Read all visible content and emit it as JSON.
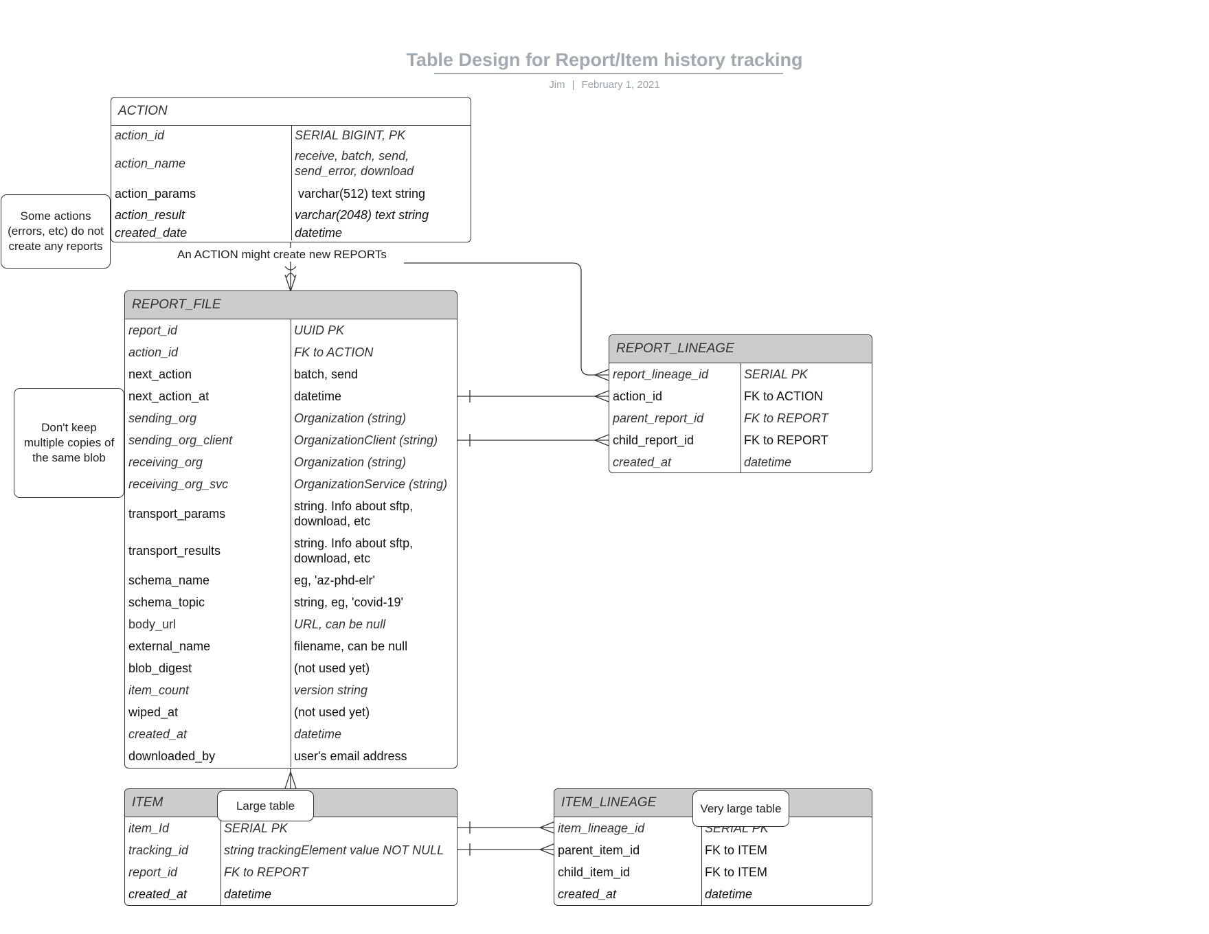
{
  "header": {
    "title": "Table Design for Report/Item history tracking",
    "author": "Jim",
    "separator": "|",
    "date": "February 1, 2021"
  },
  "entities": {
    "action": {
      "name": "ACTION",
      "rows": [
        {
          "col1": "action_id",
          "col2": "SERIAL BIGINT, PK"
        },
        {
          "col1": "action_name",
          "col2": "receive, batch, send, send_error, download"
        },
        {
          "col1": "action_params",
          "col2": " varchar(512) text string"
        },
        {
          "col1": "action_result",
          "col2": "varchar(2048) text string"
        },
        {
          "col1": "created_date",
          "col2": "datetime"
        }
      ]
    },
    "report_file": {
      "name": "REPORT_FILE",
      "rows": [
        {
          "col1": "report_id",
          "col2": "UUID PK"
        },
        {
          "col1": "action_id",
          "col2": "FK to ACTION"
        },
        {
          "col1": "next_action",
          "col2": "batch, send"
        },
        {
          "col1": "next_action_at",
          "col2": "datetime"
        },
        {
          "col1": "sending_org",
          "col2": "Organization (string)"
        },
        {
          "col1": "sending_org_client",
          "col2": "OrganizationClient (string)"
        },
        {
          "col1": "receiving_org",
          "col2": "Organization (string)"
        },
        {
          "col1": "receiving_org_svc",
          "col2": "OrganizationService (string)"
        },
        {
          "col1": "transport_params",
          "col2": "string.  Info about sftp, download, etc"
        },
        {
          "col1": "transport_results",
          "col2": "string. Info about sftp, download, etc"
        },
        {
          "col1": "schema_name",
          "col2": "eg, 'az-phd-elr'"
        },
        {
          "col1": "schema_topic",
          "col2": "string, eg, 'covid-19'"
        },
        {
          "col1": "body_url",
          "col2": "URL, can be null"
        },
        {
          "col1": "external_name",
          "col2": "filename, can be null"
        },
        {
          "col1": "blob_digest",
          "col2": "(not used yet)"
        },
        {
          "col1": "item_count",
          "col2": "version string"
        },
        {
          "col1": "wiped_at",
          "col2": "(not used yet)"
        },
        {
          "col1": "created_at",
          "col2": "datetime"
        },
        {
          "col1": "downloaded_by",
          "col2": "user's email address"
        }
      ]
    },
    "report_lineage": {
      "name": "REPORT_LINEAGE",
      "rows": [
        {
          "col1": "report_lineage_id",
          "col2": "SERIAL PK"
        },
        {
          "col1": "action_id",
          "col2": "FK to ACTION"
        },
        {
          "col1": "parent_report_id",
          "col2": "FK to REPORT"
        },
        {
          "col1": "child_report_id",
          "col2": "FK to REPORT"
        },
        {
          "col1": "created_at",
          "col2": "datetime"
        }
      ]
    },
    "item": {
      "name": "ITEM",
      "rows": [
        {
          "col1": "item_Id",
          "col2": "SERIAL PK"
        },
        {
          "col1": "tracking_id",
          "col2": "string trackingElement value NOT NULL"
        },
        {
          "col1": "report_id",
          "col2": "FK to REPORT"
        },
        {
          "col1": "created_at",
          "col2": "datetime"
        }
      ]
    },
    "item_lineage": {
      "name": "ITEM_LINEAGE",
      "rows": [
        {
          "col1": "item_lineage_id",
          "col2": "SERIAL PK"
        },
        {
          "col1": "parent_item_id",
          "col2": "FK to ITEM"
        },
        {
          "col1": "child_item_id",
          "col2": "FK to ITEM"
        },
        {
          "col1": "created_at",
          "col2": "datetime"
        }
      ]
    }
  },
  "notes": {
    "no_reports": "Some actions (errors, etc) do not create any reports",
    "no_copies": "Don't keep multiple copies of the same blob",
    "large_table": "Large table",
    "very_large_table": "Very large table"
  },
  "relationship_label": "An ACTION might create new REPORTs"
}
